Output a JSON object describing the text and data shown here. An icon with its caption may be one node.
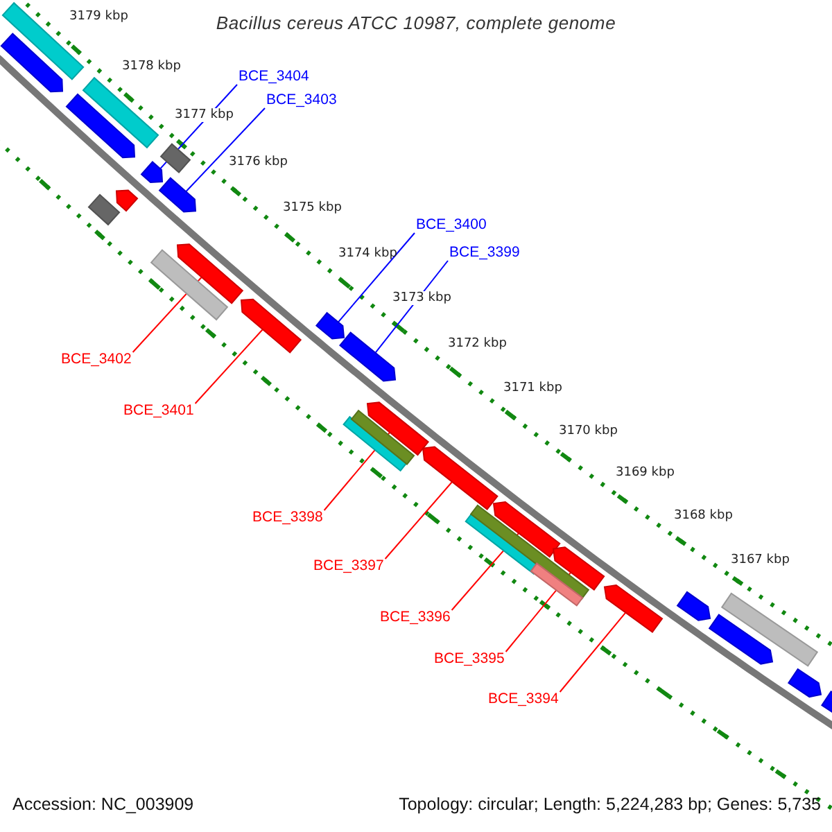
{
  "diagram": {
    "title": "Bacillus cereus ATCC 10987, complete genome",
    "nodes": [
      {
        "text": [
          "BCE_3404"
        ]
      },
      {
        "text": [
          "BCE_3403"
        ]
      },
      {
        "text": [
          "BCE_3400"
        ]
      },
      {
        "text": [
          "BCE_3399"
        ]
      },
      {
        "text": [
          "BCE_3402"
        ]
      },
      {
        "text": [
          "BCE_3401"
        ]
      },
      {
        "text": [
          "BCE_3398"
        ]
      },
      {
        "text": [
          "BCE_3397"
        ]
      },
      {
        "text": [
          "BCE_3396"
        ]
      },
      {
        "text": [
          "BCE_3395"
        ]
      },
      {
        "text": [
          "BCE_3394"
        ]
      },
      {
        "text": [],
        "shape": "arrow"
      },
      {
        "text": [],
        "shape": "bar"
      },
      {
        "text": [],
        "shape": "arrow"
      },
      {
        "text": [],
        "shape": "bar"
      },
      {
        "text": [],
        "shape": "bar"
      },
      {
        "text": [],
        "shape": "arrow"
      },
      {
        "text": [],
        "shape": "arrow"
      },
      {
        "text": [],
        "shape": "bar"
      },
      {
        "text": [],
        "shape": "arrow"
      },
      {
        "text": [],
        "shape": "bar"
      },
      {
        "text": [],
        "shape": "arrow"
      },
      {
        "text": [],
        "shape": "arrow"
      },
      {
        "text": [],
        "shape": "arrow"
      },
      {
        "text": [],
        "shape": "arrow"
      },
      {
        "text": [],
        "shape": "bar"
      },
      {
        "text": [],
        "shape": "bar"
      },
      {
        "text": [],
        "shape": "arrow"
      },
      {
        "text": [],
        "shape": "arrow"
      },
      {
        "text": [],
        "shape": "bar"
      },
      {
        "text": [],
        "shape": "arrow"
      },
      {
        "text": [],
        "shape": "bar"
      },
      {
        "text": [],
        "shape": "bar"
      },
      {
        "text": [],
        "shape": "arrow"
      },
      {
        "text": [],
        "shape": "arrow"
      },
      {
        "text": [],
        "shape": "arrow"
      },
      {
        "text": [],
        "shape": "arrow"
      },
      {
        "text": [],
        "shape": "bar"
      },
      {
        "text": [],
        "shape": "arrow"
      },
      {
        "text": [],
        "shape": "arrow"
      }
    ],
    "edges": [
      {
        "from": 0,
        "to": 17,
        "arrow": "none",
        "color": "#0000ff"
      },
      {
        "from": 1,
        "to": 19,
        "arrow": "none",
        "color": "#0000ff"
      },
      {
        "from": 2,
        "to": 23,
        "arrow": "none",
        "color": "#0000ff"
      },
      {
        "from": 3,
        "to": 24,
        "arrow": "none",
        "color": "#0000ff"
      },
      {
        "from": 4,
        "to": 21,
        "arrow": "none"
      },
      {
        "from": 5,
        "to": 22,
        "arrow": "none"
      },
      {
        "from": 6,
        "to": 27,
        "arrow": "none"
      },
      {
        "from": 7,
        "to": 28,
        "arrow": "none"
      },
      {
        "from": 8,
        "to": 30,
        "arrow": "none"
      },
      {
        "from": 9,
        "to": 33,
        "arrow": "none"
      },
      {
        "from": 10,
        "to": 34,
        "arrow": "none"
      }
    ],
    "labels": [
      "3179 kbp",
      "3178 kbp",
      "3177 kbp",
      "3176 kbp",
      "3175 kbp",
      "3174 kbp",
      "3173 kbp",
      "3172 kbp",
      "3171 kbp",
      "3170 kbp",
      "3169 kbp",
      "3168 kbp",
      "3167 kbp",
      "Accession: NC_003909",
      "Topology: circular; Length: 5,224,283 bp; Genes: 5,735"
    ]
  }
}
